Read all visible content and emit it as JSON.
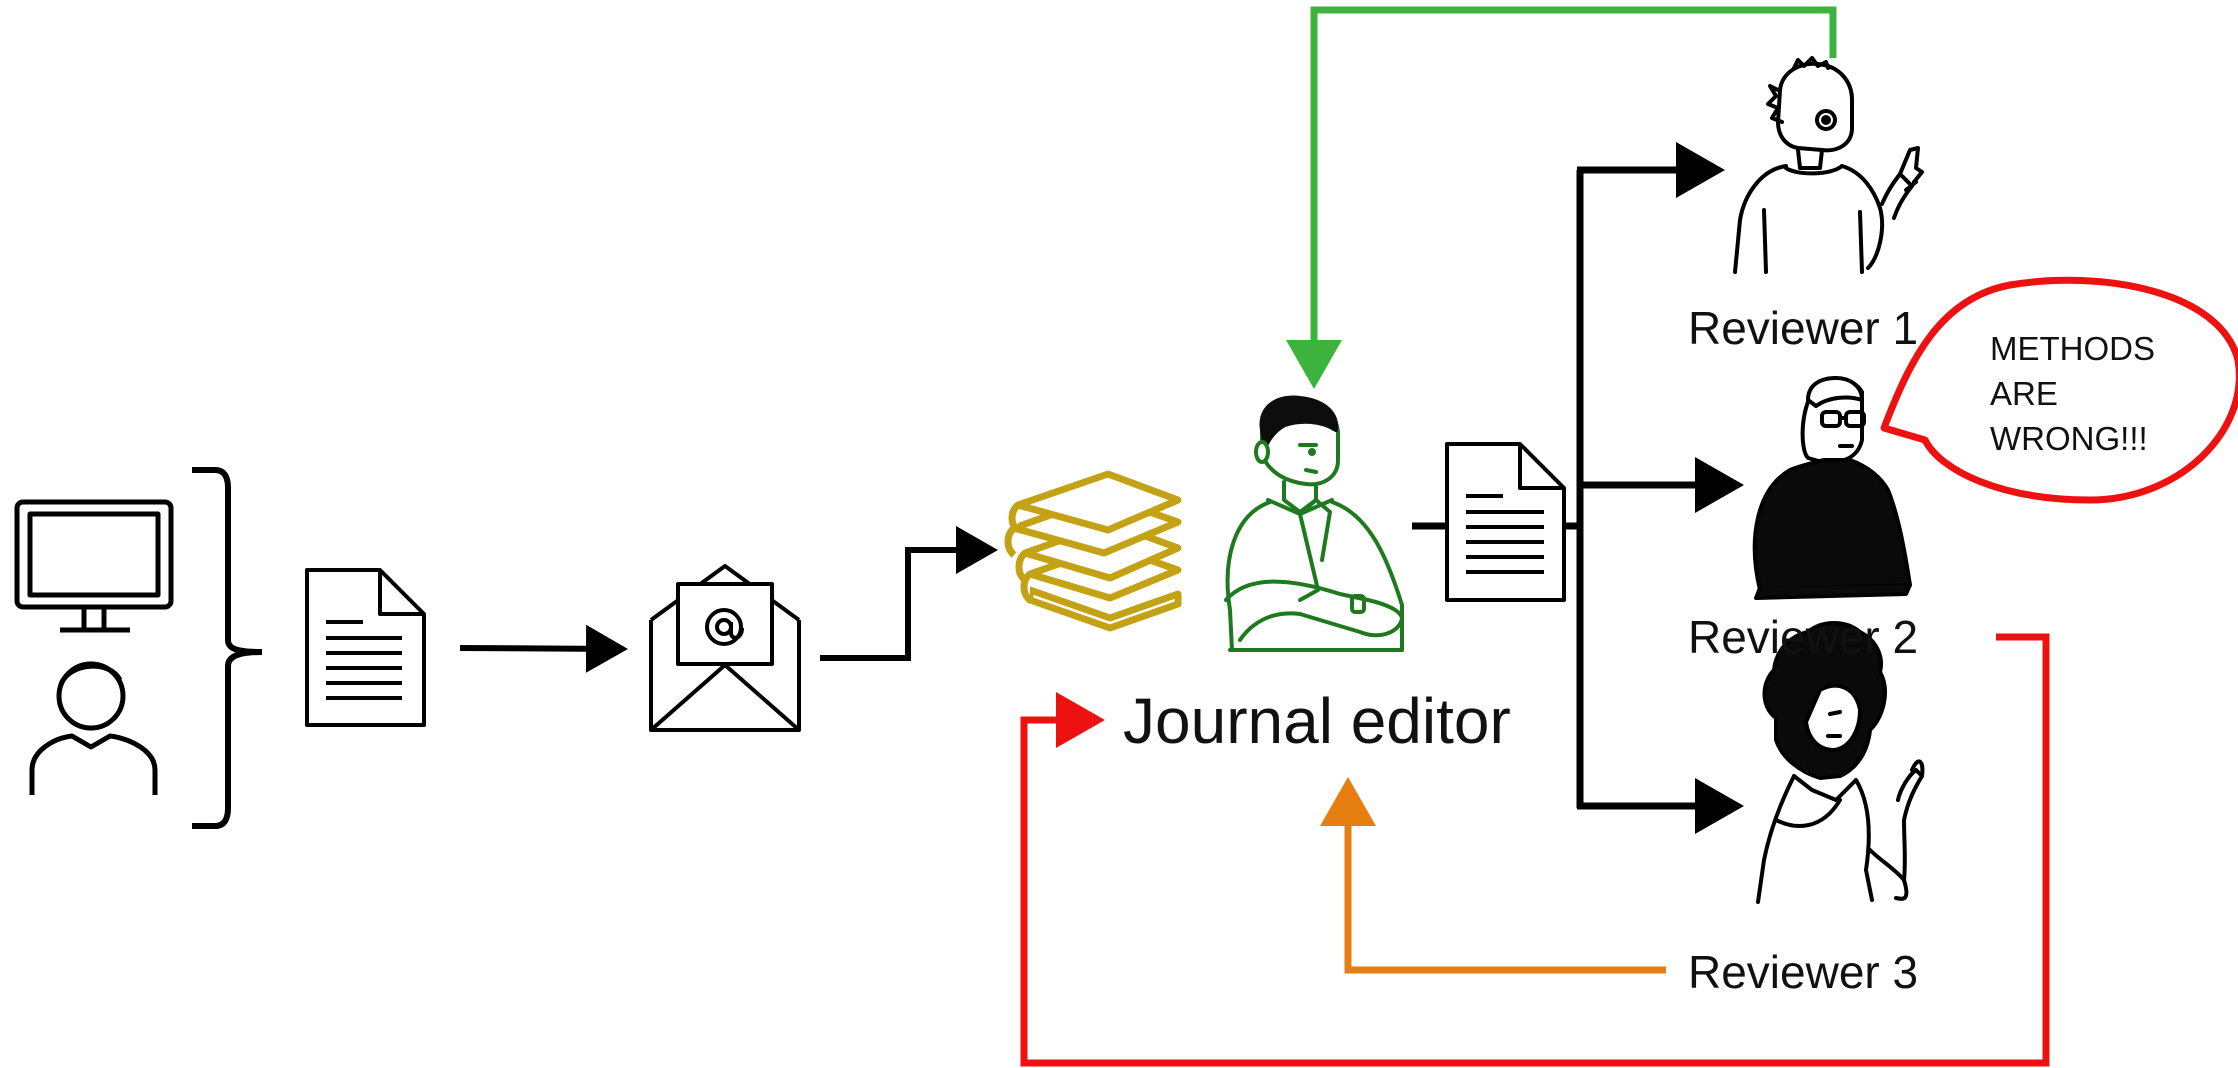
{
  "labels": {
    "editor": "Journal editor",
    "reviewer1": "Reviewer 1",
    "reviewer2": "Reviewer 2",
    "reviewer3": "Reviewer 3",
    "speech": "METHODS ARE WRONG!!!"
  },
  "icons": {
    "author": "computer-user-icon",
    "manuscript": "document-icon",
    "submission": "email-envelope-icon",
    "journal": "books-stack-icon",
    "editor": "editor-person-icon",
    "forwarded_manuscript": "document-icon",
    "reviewer1": "reviewer-one-figure-icon",
    "reviewer2": "reviewer-two-figure-icon",
    "reviewer3": "reviewer-three-figure-icon"
  },
  "colors": {
    "flow": "#000000",
    "approve_feedback": "#3cb33c",
    "reject_feedback": "#ee1111",
    "neutral_feedback": "#e67e12",
    "journal": "#c4a215",
    "editor": "#1f7a1f"
  }
}
